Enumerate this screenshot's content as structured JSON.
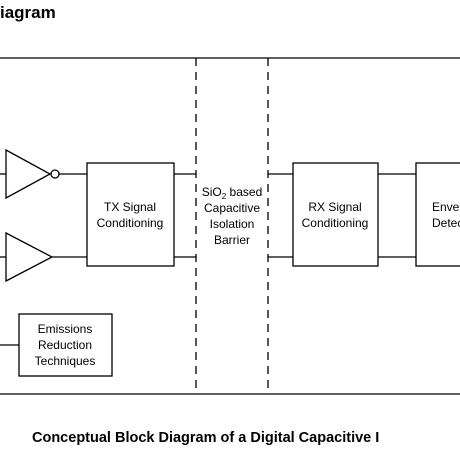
{
  "page": {
    "heading": "iagram",
    "caption": "Conceptual Block Diagram of a Digital Capacitive I"
  },
  "blocks": {
    "tx": {
      "line1": "TX Signal",
      "line2": "Conditioning"
    },
    "barrier": {
      "line1_pre": "SiO",
      "line1_sub": "2",
      "line1_post": " based",
      "line2": "Capacitive",
      "line3": "Isolation",
      "line4": "Barrier"
    },
    "rx": {
      "line1": "RX Signal",
      "line2": "Conditioning"
    },
    "envelope": {
      "line1": "Enve",
      "line2": "Detec"
    },
    "emissions": {
      "line1": "Emissions",
      "line2": "Reduction",
      "line3": "Techniques"
    }
  },
  "icons": {
    "inverting_buffer": "triangle-with-bubble",
    "buffer": "triangle"
  }
}
